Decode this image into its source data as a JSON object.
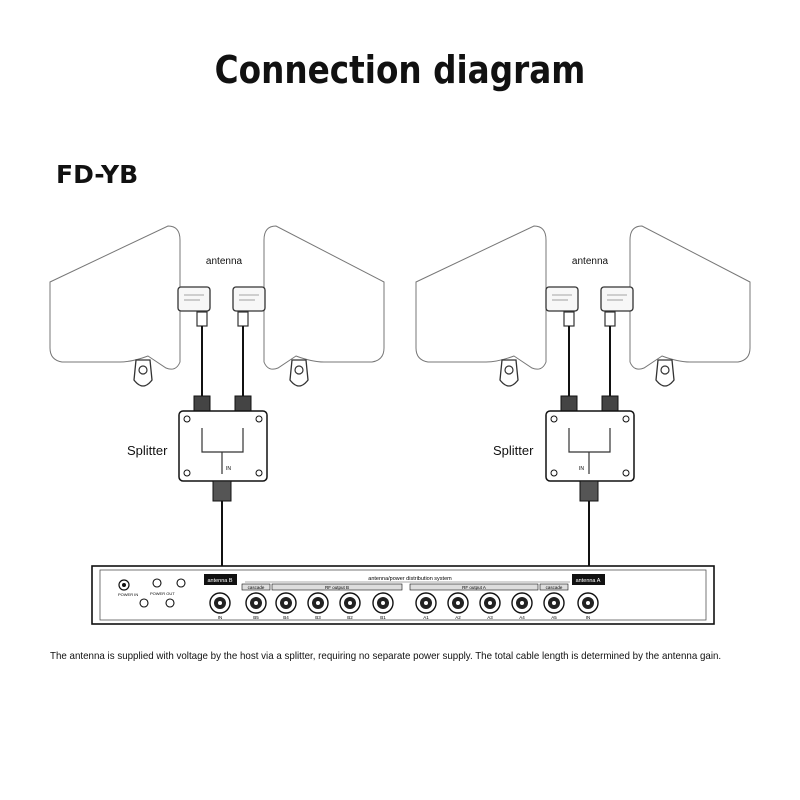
{
  "page": {
    "title": "Connection diagram",
    "model": "FD-YB",
    "caption": "The antenna is supplied with voltage by the host via a splitter, requiring no separate power supply. The total cable length is determined by the antenna gain."
  },
  "diagram": {
    "left_group": {
      "antenna_label": "antenna",
      "splitter_label": "Splitter",
      "splitter_port_label": "IN"
    },
    "right_group": {
      "antenna_label": "antenna",
      "splitter_label": "Splitter",
      "splitter_port_label": "IN"
    },
    "distribution_unit": {
      "system_label": "antenna/power distribution system",
      "power_in_label": "POWER IN",
      "power_out_label": "POWER OUT",
      "section_labels": {
        "antenna_b": "antenna B",
        "cascade_left": "cascade",
        "rf_output_b": "RF output B",
        "rf_output_a": "RF output A",
        "cascade_right": "cascade",
        "antenna_a": "antenna A"
      },
      "port_labels": [
        "IN",
        "B5",
        "B4",
        "B3",
        "B2",
        "B1",
        "A1",
        "A2",
        "A3",
        "A4",
        "A5",
        "IN"
      ]
    }
  }
}
